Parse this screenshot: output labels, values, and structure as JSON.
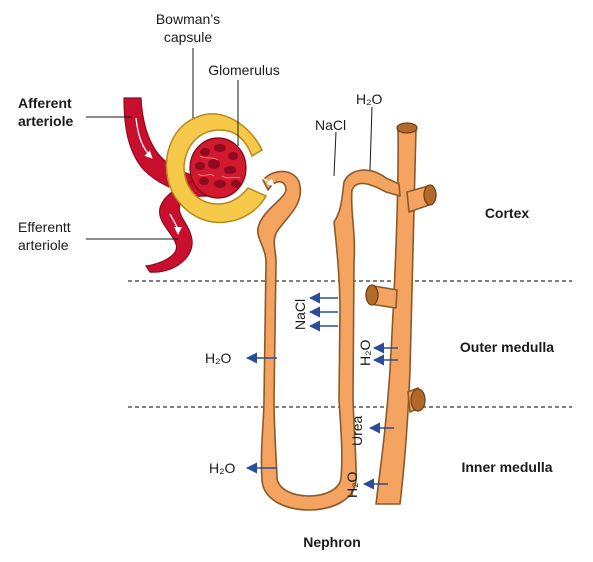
{
  "labels": {
    "bowmans_line1": "Bowman’s",
    "bowmans_line2": "capsule",
    "glomerulus": "Glomerulus",
    "afferent_line1": "Afferent",
    "afferent_line2": "arteriole",
    "efferent_line1": "Efferentt",
    "efferent_line2": "arteriole",
    "nacl_top": "NaCl",
    "h2o_top": "H₂O",
    "nacl_outer": "NaCl",
    "h2o_outer_left": "H₂O",
    "h2o_outer_right": "H₂O",
    "urea": "Urea",
    "h2o_inner_left": "H₂O",
    "h2o_inner_right": "H₂O",
    "title": "Nephron"
  },
  "zones": {
    "cortex": "Cortex",
    "outer_medulla": "Outer medulla",
    "inner_medulla": "Inner medulla"
  },
  "colors": {
    "tubule": "#F4A460",
    "capsule": "#F7C94B",
    "artery": "#C8102E",
    "arrow": "#2a4d9a"
  }
}
